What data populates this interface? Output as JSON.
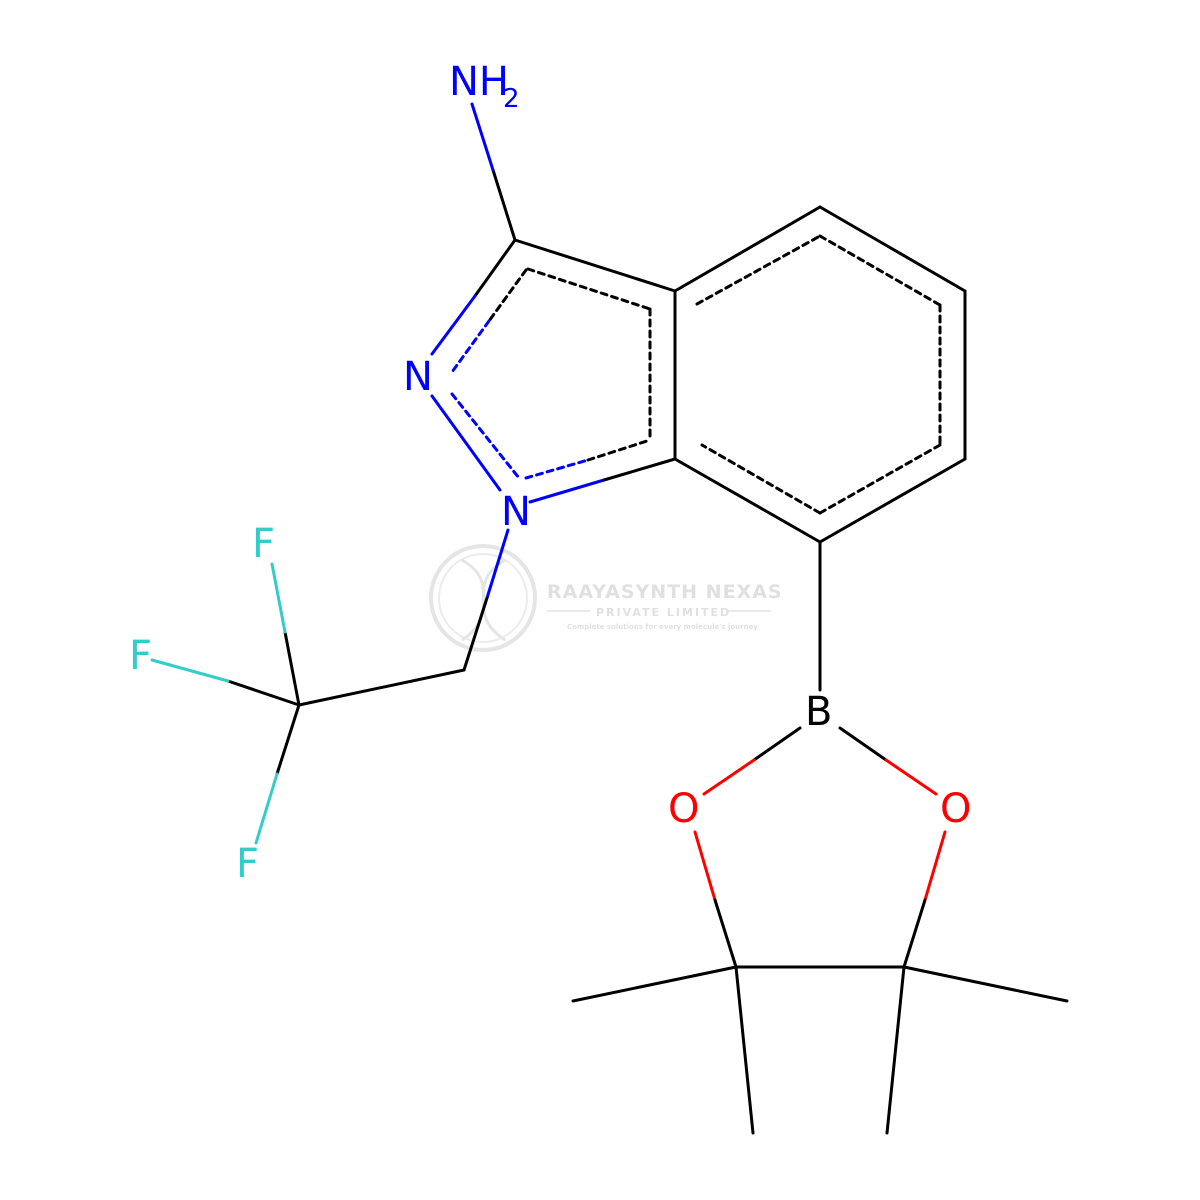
{
  "colors": {
    "carbon": "#000000",
    "nitrogen": "#0000ff",
    "oxygen": "#ff0000",
    "fluorine": "#33cccc",
    "watermark": "#cccccc"
  },
  "atoms": {
    "amine_n": "NH",
    "amine_sub": "2",
    "n2": "N",
    "n1": "N",
    "f_top": "F",
    "f_left": "F",
    "f_bottom": "F",
    "boron": "B",
    "o_left": "O",
    "o_right": "O"
  },
  "watermark": {
    "title": "RAAYASYNTH NEXAS",
    "subtitle": "PRIVATE LIMITED",
    "tagline": "Complete solutions for every molecule's journey"
  }
}
